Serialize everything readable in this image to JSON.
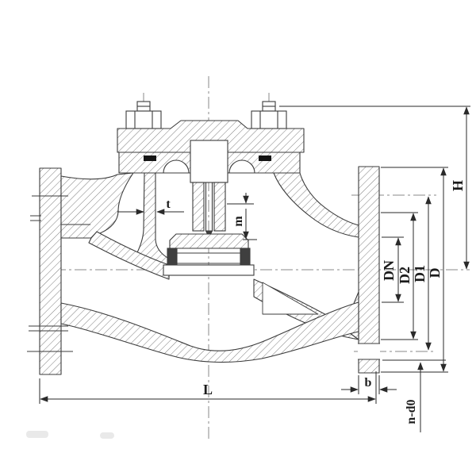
{
  "drawing": {
    "kind": "lift-check-valve-sectional-drawing",
    "colors": {
      "background": "#ffffff",
      "line": "#3b3b3b",
      "hatch": "#6f6f6f",
      "centerline": "#8a8a8a",
      "seal_black": "#141414",
      "seat_ring_dark": "#3f3f3f",
      "label_ink": "#1c1c1c"
    },
    "dimensions": {
      "right_side": [
        {
          "id": "H",
          "text": "H"
        },
        {
          "id": "D",
          "text": "D"
        },
        {
          "id": "D1",
          "text": "D1"
        },
        {
          "id": "D2",
          "text": "D2"
        },
        {
          "id": "DN",
          "text": "DN"
        }
      ],
      "bottom": [
        {
          "id": "L",
          "text": "L"
        },
        {
          "id": "b",
          "text": "b"
        },
        {
          "id": "nd0",
          "text": "n-d0"
        }
      ],
      "internal": [
        {
          "id": "t",
          "text": "t"
        },
        {
          "id": "m",
          "text": "m"
        }
      ]
    }
  }
}
